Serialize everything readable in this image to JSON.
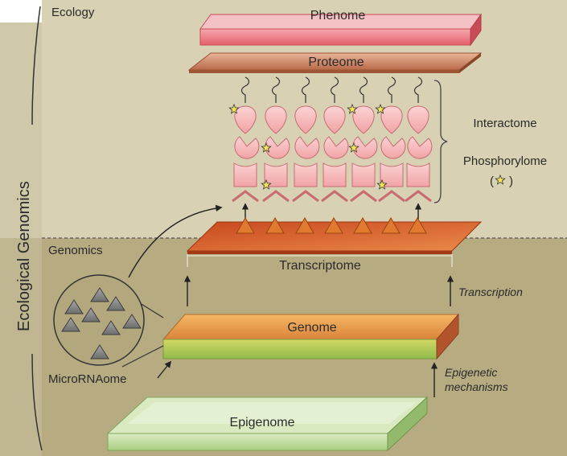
{
  "sections": {
    "ecology": "Ecology",
    "genomics": "Genomics",
    "side_title": "Ecological Genomics"
  },
  "layers": {
    "phenome": "Phenome",
    "proteome": "Proteome",
    "transcriptome": "Transcriptome",
    "genome": "Genome",
    "epigenome": "Epigenome"
  },
  "labels": {
    "interactome": "Interactome",
    "phosphorylome": "Phosphorylome",
    "phosphorylome_star": "(",
    "phosphorylome_star_end": ")",
    "microrna": "MicroRNAome",
    "transcription": "Transcription",
    "epigenetic_1": "Epigenetic",
    "epigenetic_2": "mechanisms"
  },
  "colors": {
    "ecology_bg": "#d6cfb0",
    "genomics_bg": "#b9ad84",
    "phenome": "#e9707a",
    "proteome": "#c98464",
    "transcriptome": "#d9622e",
    "genome": "#e2a24c",
    "epigenome": "#bcd79a",
    "protein": "#f6b7b7",
    "star": "#f5e45a"
  }
}
